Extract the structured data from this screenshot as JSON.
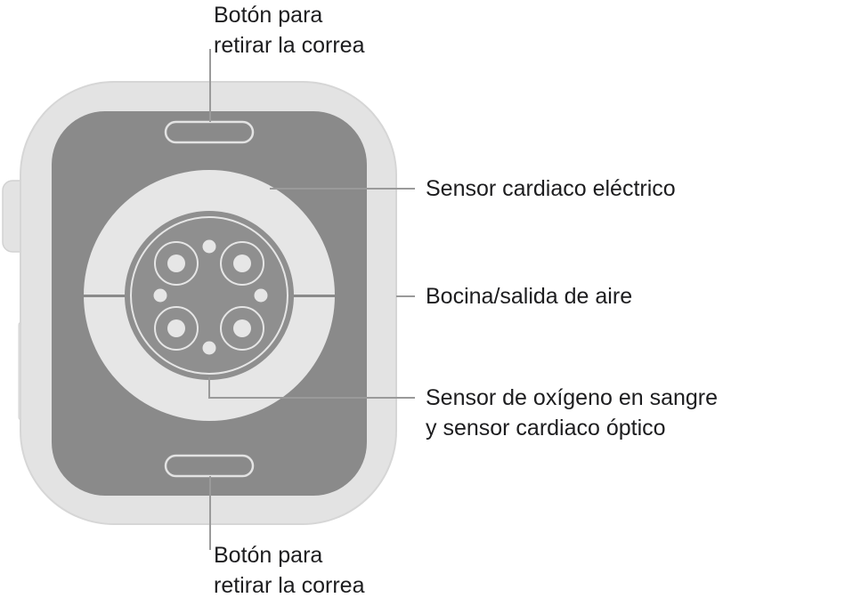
{
  "callouts": {
    "top_band_button": {
      "lines": [
        "Botón para",
        "retirar la correa"
      ]
    },
    "electrical_heart_sensor": {
      "lines": [
        "Sensor cardiaco eléctrico"
      ]
    },
    "speaker_air_vent": {
      "lines": [
        "Bocina/salida de aire"
      ]
    },
    "blood_oxygen_optical_sensor": {
      "lines": [
        "Sensor de oxígeno en sangre",
        "y sensor cardiaco óptico"
      ]
    },
    "bottom_band_button": {
      "lines": [
        "Botón para",
        "retirar la correa"
      ]
    }
  },
  "colors": {
    "case_outer": "#e3e3e3",
    "case_edge": "#d5d5d5",
    "back_panel": "#8a8a8a",
    "ring": "#e6e6e6",
    "sensor_dark": "#8f8f8f",
    "sensor_light": "#e6e6e6",
    "leader_line": "#9a9a9a",
    "text": "#1d1d1f"
  },
  "icons": [
    "digital-crown-icon",
    "side-button-icon"
  ]
}
